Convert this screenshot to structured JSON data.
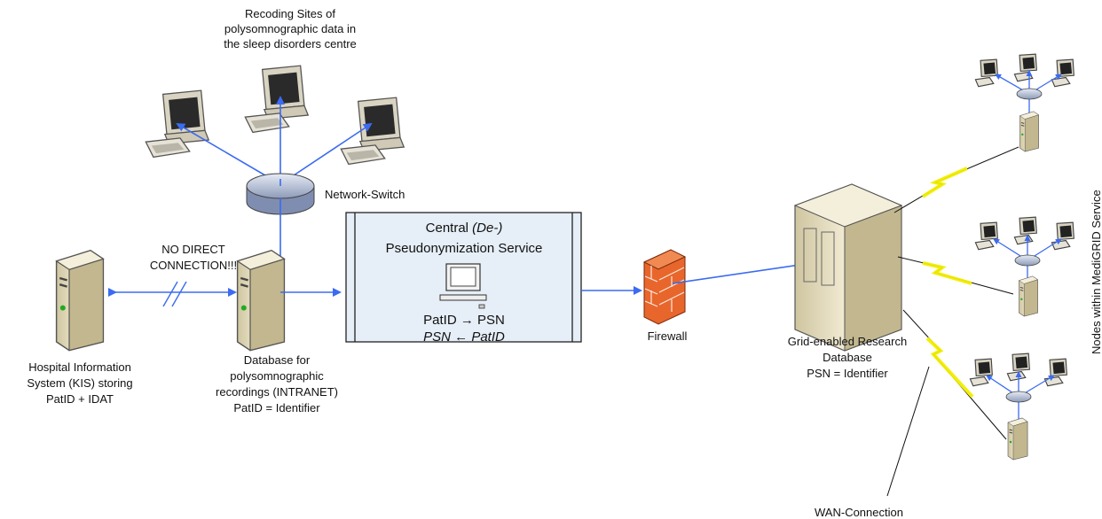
{
  "labels": {
    "recording_sites": [
      "Recoding Sites of",
      "polysomnographic data in",
      "the sleep disorders centre"
    ],
    "network_switch": "Network-Switch",
    "no_direct": [
      "NO DIRECT",
      "CONNECTION!!!"
    ],
    "his": [
      "Hospital Information",
      "System (KIS) storing",
      "PatID + IDAT"
    ],
    "database": [
      "Database for",
      "polysomnographic",
      "recordings (INTRANET)",
      "PatID = Identifier"
    ],
    "service_title_1_prefix": "Central ",
    "service_title_1_em": "(De-)",
    "service_title_2": "Pseudonymization Service",
    "patid_to_psn": "PatID → PSN",
    "psn_from_patid": "PSN ← PatID",
    "firewall": "Firewall",
    "grid_db": [
      "Grid-enabled Research",
      "Database",
      "PSN = Identifier"
    ],
    "wan": "WAN-Connection",
    "nodes": "Nodes within MediGRID Service"
  },
  "colors": {
    "link": "#3b6bf0",
    "lightning": "#f2ee00",
    "service_fill": "#e6eef7",
    "firewall": "#e8662c"
  }
}
